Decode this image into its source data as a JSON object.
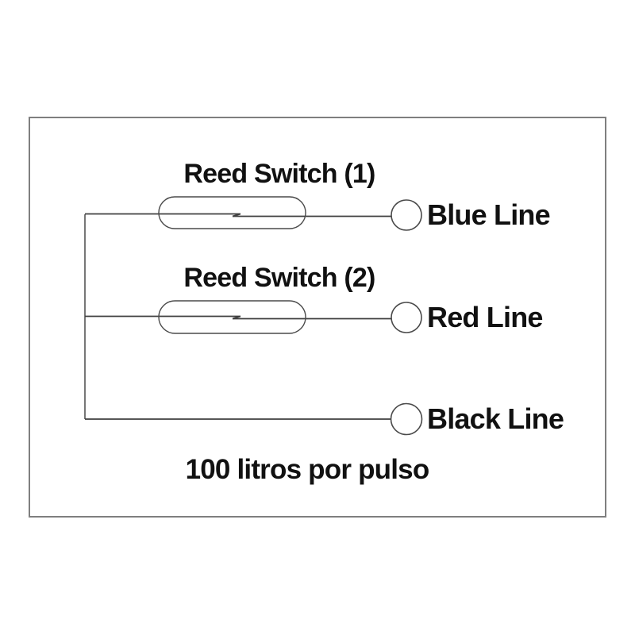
{
  "diagram": {
    "title_hidden": "",
    "reed_switch_1_label": "Reed Switch (1)",
    "reed_switch_2_label": "Reed Switch (2)",
    "terminals": [
      {
        "label": "Blue Line"
      },
      {
        "label": "Red Line"
      },
      {
        "label": "Black Line"
      }
    ],
    "caption": "100 litros por pulso"
  },
  "colors": {
    "background": "#ffffff",
    "frame_stroke": "#7f7f7f",
    "wire_stroke": "#3f3f3f",
    "symbol_stroke": "#4a4a4a",
    "text": "#111111"
  }
}
